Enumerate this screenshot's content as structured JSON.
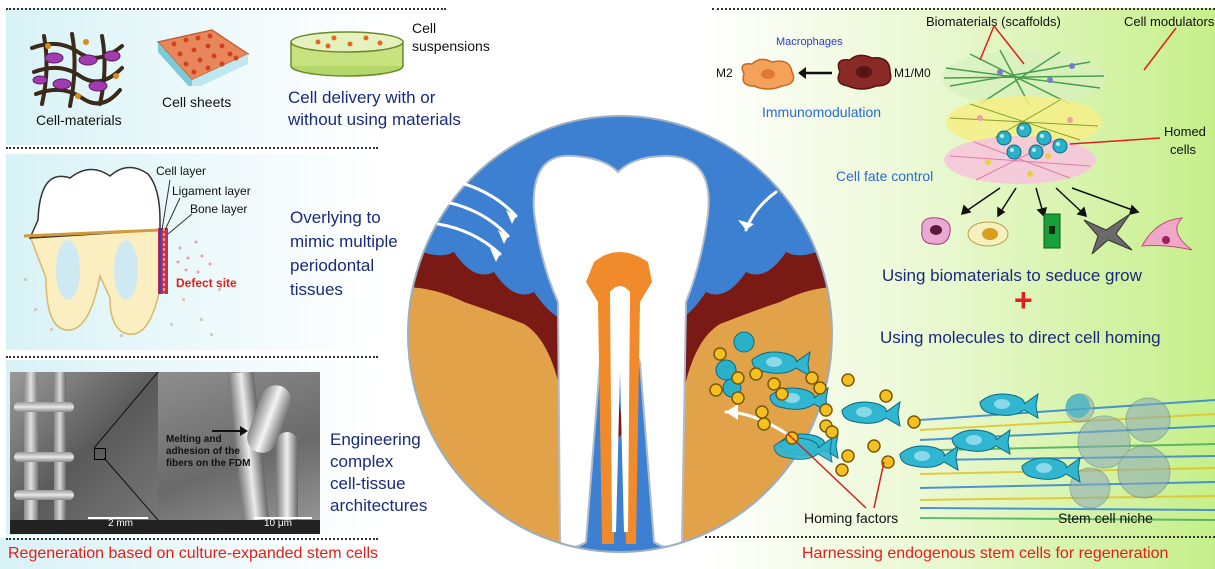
{
  "left": {
    "panel1": {
      "cell_materials": "Cell-materials",
      "cell_sheets": "Cell sheets",
      "cell_suspensions_1": "Cell",
      "cell_suspensions_2": "suspensions",
      "caption_1": "Cell delivery with or",
      "caption_2": "without using materials"
    },
    "panel2": {
      "cell_layer": "Cell layer",
      "ligament_layer": "Ligament layer",
      "bone_layer": "Bone layer",
      "defect_site": "Defect site",
      "caption_1": "Overlying to",
      "caption_2": "mimic multiple",
      "caption_3": "periodontal",
      "caption_4": "tissues"
    },
    "panel3": {
      "sem_note_1": "Melting  and",
      "sem_note_2": "adhesion of the",
      "sem_note_3": "fibers on the FDM",
      "scale_1": "2 mm",
      "scale_2": "10 μm",
      "caption_1": "Engineering",
      "caption_2": "complex",
      "caption_3": "cell-tissue",
      "caption_4": "architectures"
    },
    "footer": "Regeneration based on culture-expanded stem cells"
  },
  "right": {
    "macrophages": "Macrophages",
    "m2": "M2",
    "m1m0": "M1/M0",
    "immunomodulation": "Immunomodulation",
    "biomaterials": "Biomaterials (scaffolds)",
    "cell_modulators": "Cell modulators",
    "homed_cells_1": "Homed",
    "homed_cells_2": "cells",
    "cell_fate": "Cell fate control",
    "line1": "Using biomaterials to seduce grow",
    "plus": "+",
    "line2": "Using molecules to direct cell homing",
    "homing_factors": "Homing factors",
    "stem_cell_niche": "Stem cell niche",
    "footer": "Harnessing endogenous stem cells for regeneration"
  },
  "colors": {
    "sky_blue": "#3d7fd0",
    "bone": "#e2a24a",
    "gum": "#7a1a14",
    "root": "#f08a2a",
    "accent_red": "#e0201b",
    "text_blue": "#1a2a7a"
  }
}
